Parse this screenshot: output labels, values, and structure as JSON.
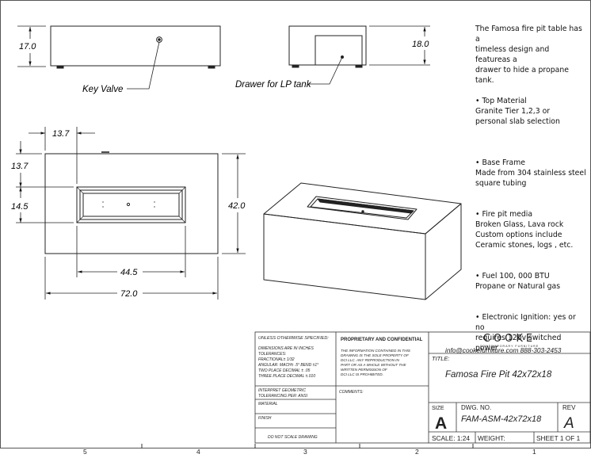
{
  "views": {
    "front": {
      "height_dim": "17.0",
      "callout": "Key Valve"
    },
    "side": {
      "height_dim": "18.0",
      "callout": "Drawer for LP tank"
    },
    "top": {
      "dim_left_offset": "13.7",
      "dim_top_offset": "13.7",
      "dim_insert_depth": "14.5",
      "dim_depth": "42.0",
      "dim_insert_width": "44.5",
      "dim_width": "72.0"
    }
  },
  "notes": {
    "intro": [
      "The Famosa fire pit table has a",
      "timeless design and featureas a",
      "drawer to hide a propane tank."
    ],
    "top_material": [
      "• Top Material",
      "Granite Tier 1,2,3 or",
      "personal slab selection"
    ],
    "base_frame": [
      "• Base  Frame",
      "Made from 304 stainless steel",
      "square tubing"
    ],
    "media": [
      "• Fire pit media",
      "Broken Glass, Lava rock",
      "Custom options include",
      "Ceramic stones, logs , etc."
    ],
    "fuel": [
      "• Fuel  100, 000 BTU",
      "Propane or Natural gas"
    ],
    "ignition": [
      "• Electronic Ignition: yes or no",
      "requires 120v switched power"
    ]
  },
  "title_block": {
    "spec_lines": [
      "UNLESS OTHERWISE SPECIFIED:",
      "DIMENSIONS ARE IN INCHES",
      "TOLERANCES:",
      "FRACTIONAL± 1/32",
      "ANGULAR: MACH± .5° BEND ±1°",
      "TWO PLACE DECIMAL    ± .05",
      "THREE PLACE DECIMAL  ±.010"
    ],
    "interpret": [
      "INTERPRET GEOMETRIC",
      "TOLERANCING PER: ANSI"
    ],
    "material": "MATERIAL",
    "finish": "FINISH",
    "no_scale": "DO NOT SCALE DRAWING",
    "prop_title": "PROPRIETARY AND CONFIDENTIAL",
    "prop_text": [
      "THE INFORMATION CONTAINED IN THIS",
      "DRAWING IS THE SOLE PROPERTY OF",
      "DCI LLC.  ANY REPRODUCTION IN",
      "PART OR AS A WHOLE WITHOUT THE",
      "WRITTEN PERMISSION OF",
      "DCI LLC IS PROHIBITED."
    ],
    "comments": "COMMENTS:",
    "logo_text": "COOKE",
    "logo_sub": "CONTEMPORARY FURNITURE",
    "contact": "info@cookefurniture.com 888-303-2453",
    "title_label": "TITLE:",
    "title": "Famosa Fire Pit 42x72x18",
    "size_label": "SIZE",
    "size": "A",
    "dwg_label": "DWG.  NO.",
    "dwg_no": "FAM-ASM-42x72x18",
    "rev_label": "REV",
    "rev": "A",
    "scale": "SCALE: 1:24",
    "weight": "WEIGHT:",
    "sheet": "SHEET 1 OF 1"
  },
  "zones": [
    "5",
    "4",
    "3",
    "2",
    "1"
  ]
}
